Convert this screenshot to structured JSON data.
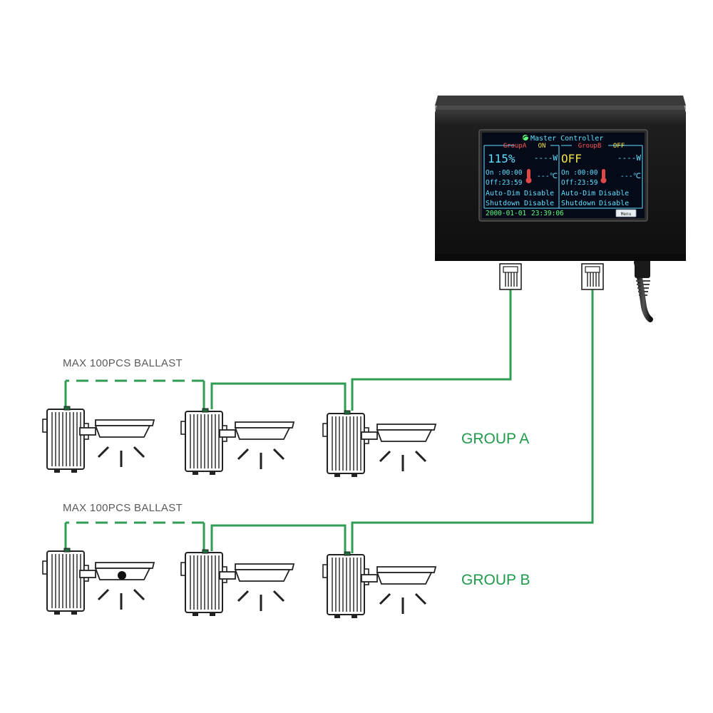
{
  "controller": {
    "header": "Master Controller",
    "group_a": {
      "name": "GroupA",
      "status": "ON",
      "power": "115%",
      "watts": "----W",
      "temp": "---℃",
      "on_time": "On :00:00",
      "off_time": "Off:23:59",
      "autodim_label": "Auto-Dim",
      "autodim_value": "Disable",
      "shutdown_label": "Shutdown",
      "shutdown_value": "Disable"
    },
    "group_b": {
      "name": "GroupB",
      "status": "OFF",
      "power": "OFF",
      "watts": "----W",
      "temp": "---℃",
      "on_time": "On :00:00",
      "off_time": "Off:23:59",
      "autodim_label": "Auto-Dim",
      "autodim_value": "Disable",
      "shutdown_label": "Shutdown",
      "shutdown_value": "Disable"
    },
    "date": "2000-01-01",
    "time": "23:39:06",
    "menu_button": "Menu"
  },
  "labels": {
    "max_a": "MAX 100PCS BALLAST",
    "max_b": "MAX 100PCS BALLAST",
    "group_a": "GROUP A",
    "group_b": "GROUP B"
  },
  "icons": {
    "logo": "leaf-icon",
    "thermometer": "thermometer-icon",
    "connector": "rj-connector-icon",
    "ballast": "ballast-icon",
    "lamp": "lamp-icon"
  },
  "colors": {
    "wire": "#2f9e54",
    "group_label": "#1f9a4a",
    "screen_cyan": "#5fe0ff",
    "screen_yellow": "#f2e04a",
    "screen_red": "#ff5a5a",
    "screen_green": "#5cff7a"
  }
}
